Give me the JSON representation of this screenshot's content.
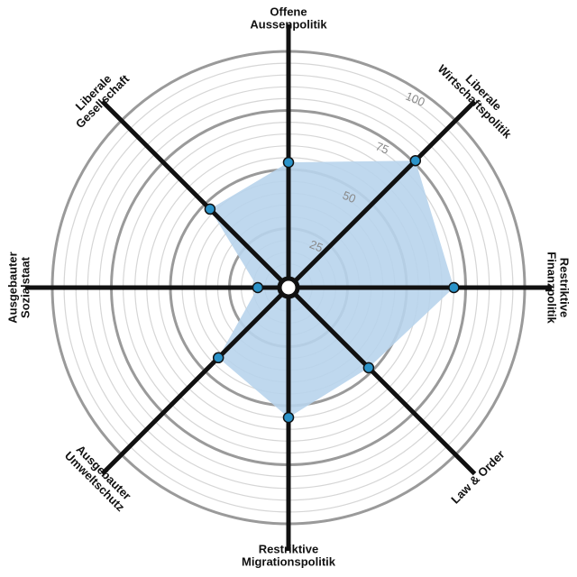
{
  "chart_data": {
    "type": "radar",
    "axes": [
      {
        "label": [
          "Offene",
          "Aussenpolitik"
        ],
        "value": 53
      },
      {
        "label": [
          "Liberale",
          "Wirtschaftspolitik"
        ],
        "value": 76
      },
      {
        "label": [
          "Restriktive",
          "Finanzpolitik"
        ],
        "value": 70
      },
      {
        "label": [
          "Law & Order"
        ],
        "value": 48
      },
      {
        "label": [
          "Restriktive",
          "Migrationspolitik"
        ],
        "value": 55
      },
      {
        "label": [
          "Ausgebauter",
          "Umweltschutz"
        ],
        "value": 42
      },
      {
        "label": [
          "Ausgebauter",
          "Sozialstaat"
        ],
        "value": 13
      },
      {
        "label": [
          "Liberale",
          "Gesellschaft"
        ],
        "value": 47
      }
    ],
    "ticks": [
      25,
      50,
      75,
      100
    ],
    "tick_labels": [
      "25",
      "50",
      "75",
      "100"
    ],
    "range": [
      0,
      100
    ],
    "minor_rings_per_major": 5,
    "grid": true,
    "colors": {
      "fill": "#b8d4ec",
      "point": "#2b93c9",
      "axis": "#111111",
      "major_ring": "#9a9a9a",
      "minor_ring": "#d6d6d6"
    }
  }
}
